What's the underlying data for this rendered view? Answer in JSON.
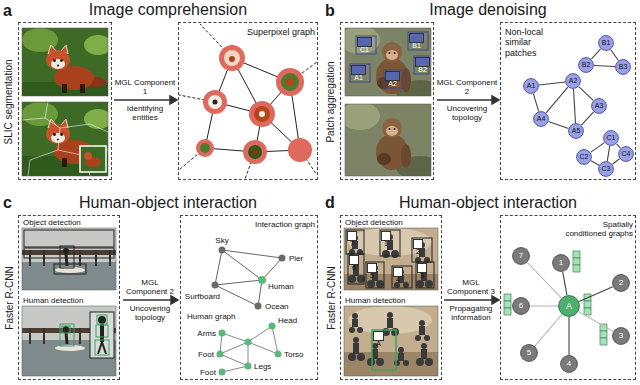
{
  "diagram": {
    "nodes": [
      {
        "text": [
          "SLIC segmentation"
        ]
      },
      {
        "text": [
          "Superpixel graph"
        ]
      },
      {
        "text": [
          "Patch aggregation"
        ]
      },
      {
        "text": [
          "C1"
        ],
        "in": 2
      },
      {
        "text": [
          "B1"
        ],
        "in": 2
      },
      {
        "text": [
          "A1"
        ],
        "in": 2
      },
      {
        "text": [
          "B2"
        ],
        "in": 2
      },
      {
        "text": [
          "A2"
        ],
        "in": 2
      },
      {
        "text": [
          "Non-local similar patches"
        ]
      },
      {
        "text": [
          "B1"
        ],
        "in": 8
      },
      {
        "text": [
          "B2"
        ],
        "in": 8
      },
      {
        "text": [
          "B3"
        ],
        "in": 8
      },
      {
        "text": [
          "A1"
        ],
        "in": 8
      },
      {
        "text": [
          "A2"
        ],
        "in": 8
      },
      {
        "text": [
          "A3"
        ],
        "in": 8
      },
      {
        "text": [
          "A4"
        ],
        "in": 8
      },
      {
        "text": [
          "A5"
        ],
        "in": 8
      },
      {
        "text": [
          "C1"
        ],
        "in": 8
      },
      {
        "text": [
          "C2"
        ],
        "in": 8
      },
      {
        "text": [
          "C3"
        ],
        "in": 8
      },
      {
        "text": [
          "C4"
        ],
        "in": 8
      },
      {
        "text": [
          "Faster R-CNN",
          "Object detection",
          "Human detection"
        ]
      },
      {
        "text": [
          "Interaction graph",
          "Human graph"
        ]
      },
      {
        "text": [
          "Faster R-CNN",
          "Object detection",
          "Human detection"
        ]
      },
      {
        "text": [
          "7"
        ],
        "in": 23
      },
      {
        "text": [
          "1"
        ],
        "in": 23
      },
      {
        "text": [
          "2"
        ],
        "in": 23
      },
      {
        "text": [
          "6"
        ],
        "in": 23
      },
      {
        "text": [
          "5"
        ],
        "in": 23
      },
      {
        "text": [
          "3"
        ],
        "in": 23
      },
      {
        "text": [
          "4"
        ],
        "in": 23
      },
      {
        "text": [
          "A"
        ],
        "in": 23
      },
      {
        "text": [
          "Spatially conditioned graphs"
        ]
      },
      {
        "text": [
          "7"
        ],
        "in": 32
      },
      {
        "text": [
          "1"
        ],
        "in": 32
      },
      {
        "text": [
          "2"
        ],
        "in": 32
      },
      {
        "text": [
          "6"
        ],
        "in": 32
      },
      {
        "text": [
          "A"
        ],
        "in": 32
      },
      {
        "text": [
          "3"
        ],
        "in": 32
      },
      {
        "text": [
          "5"
        ],
        "in": 32
      },
      {
        "text": [
          "4"
        ],
        "in": 32
      }
    ],
    "edges": [
      {
        "from": 9,
        "to": 10,
        "arrow": "none"
      },
      {
        "from": 10,
        "to": 11,
        "arrow": "none"
      },
      {
        "from": 9,
        "to": 11,
        "arrow": "none"
      },
      {
        "from": 12,
        "to": 13,
        "arrow": "none"
      },
      {
        "from": 12,
        "to": 15,
        "arrow": "none"
      },
      {
        "from": 13,
        "to": 14,
        "arrow": "none"
      },
      {
        "from": 13,
        "to": 15,
        "arrow": "none"
      },
      {
        "from": 14,
        "to": 16,
        "arrow": "none"
      },
      {
        "from": 15,
        "to": 16,
        "arrow": "none"
      },
      {
        "from": 13,
        "to": 16,
        "arrow": "none"
      },
      {
        "from": 17,
        "to": 18,
        "arrow": "none"
      },
      {
        "from": 17,
        "to": 19,
        "arrow": "none"
      },
      {
        "from": 17,
        "to": 20,
        "arrow": "none"
      },
      {
        "from": 18,
        "to": 19,
        "arrow": "none"
      },
      {
        "from": 19,
        "to": 20,
        "arrow": "none"
      },
      {
        "from": 37,
        "to": 33,
        "arrow": "none"
      },
      {
        "from": 37,
        "to": 34,
        "arrow": "none"
      },
      {
        "from": 37,
        "to": 35,
        "arrow": "none"
      },
      {
        "from": 37,
        "to": 36,
        "arrow": "none"
      },
      {
        "from": 37,
        "to": 38,
        "arrow": "none"
      },
      {
        "from": 37,
        "to": 39,
        "arrow": "none"
      },
      {
        "from": 37,
        "to": 40,
        "arrow": "none"
      }
    ],
    "labels": [
      "a",
      "Image comprehension",
      "MGL Component 1",
      "Identifying entities",
      "b",
      "Image denoising",
      "MGL Component 2",
      "Uncovering topology",
      "c",
      "Human-object interaction",
      "MGL Component 2",
      "Uncovering topology",
      "Sky",
      "Pier",
      "Surfboard",
      "Human",
      "Ocean",
      "Head",
      "Arms",
      "Torso",
      "Foot",
      "Foot",
      "Legs",
      "d",
      "Human-object interaction",
      "MGL Component 3",
      "Propagating information"
    ]
  }
}
